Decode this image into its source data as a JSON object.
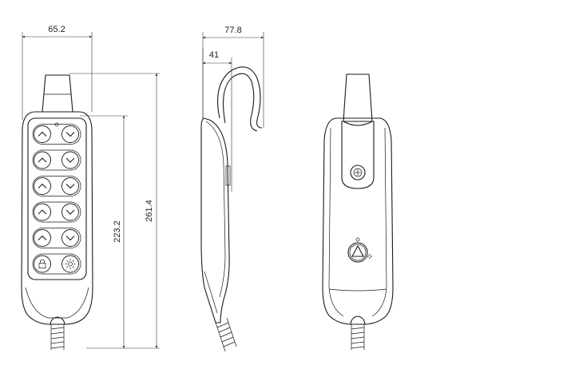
{
  "dimensions": {
    "front_width": "65.2",
    "front_height_panel": "223.2",
    "front_height_total": "261.4",
    "side_width": "77.8",
    "side_hook": "41"
  },
  "buttons": {
    "rows": [
      [
        "chevron-up-icon",
        "chevron-down-icon"
      ],
      [
        "chevron-up-icon",
        "chevron-down-icon"
      ],
      [
        "chevron-up-icon",
        "chevron-down-icon"
      ],
      [
        "chevron-up-icon",
        "chevron-down-icon"
      ],
      [
        "chevron-up-icon",
        "chevron-down-icon"
      ],
      [
        "lock-icon",
        "light-icon"
      ]
    ]
  },
  "back_icons": [
    "screw-icon",
    "warning-triangle-icon"
  ]
}
